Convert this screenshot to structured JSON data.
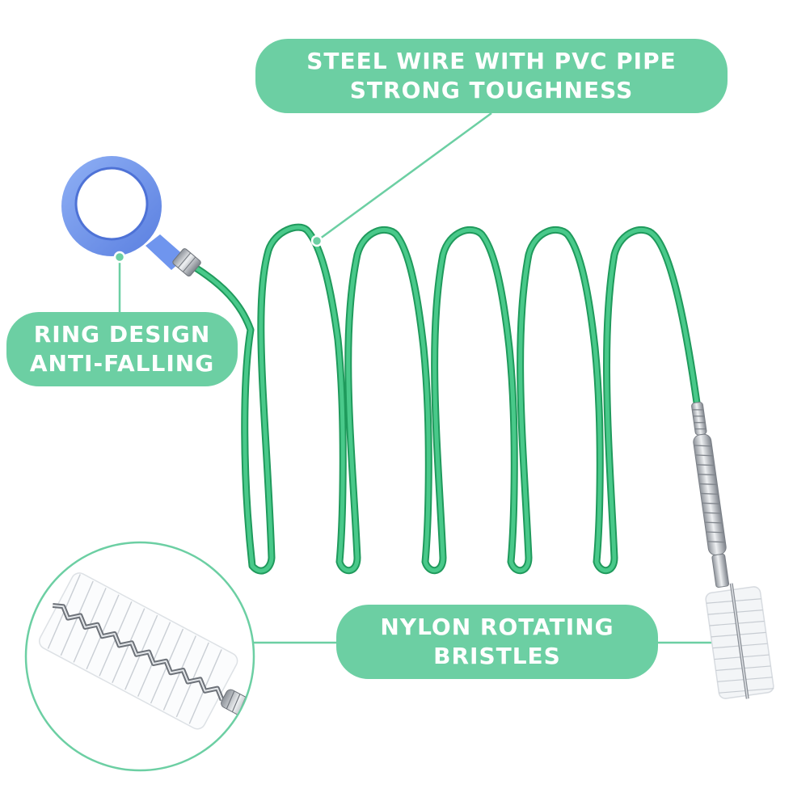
{
  "callouts": {
    "wire": {
      "line1": "STEEL WIRE WITH PVC PIPE",
      "line2": "STRONG TOUGHNESS"
    },
    "ring": {
      "line1": "RING DESIGN",
      "line2": "ANTI-FALLING"
    },
    "bristles": {
      "line1": "NYLON ROTATING",
      "line2": "BRISTLES"
    }
  },
  "colors": {
    "accent_green": "#6ccfa3",
    "wire_green": "#2fb06f",
    "ring_blue": "#6f95ee",
    "metal": "#b8bcc2"
  },
  "product_parts": [
    "ring-handle",
    "coiled-wire",
    "spring-connector",
    "nylon-brush-head",
    "brush-detail-inset"
  ]
}
